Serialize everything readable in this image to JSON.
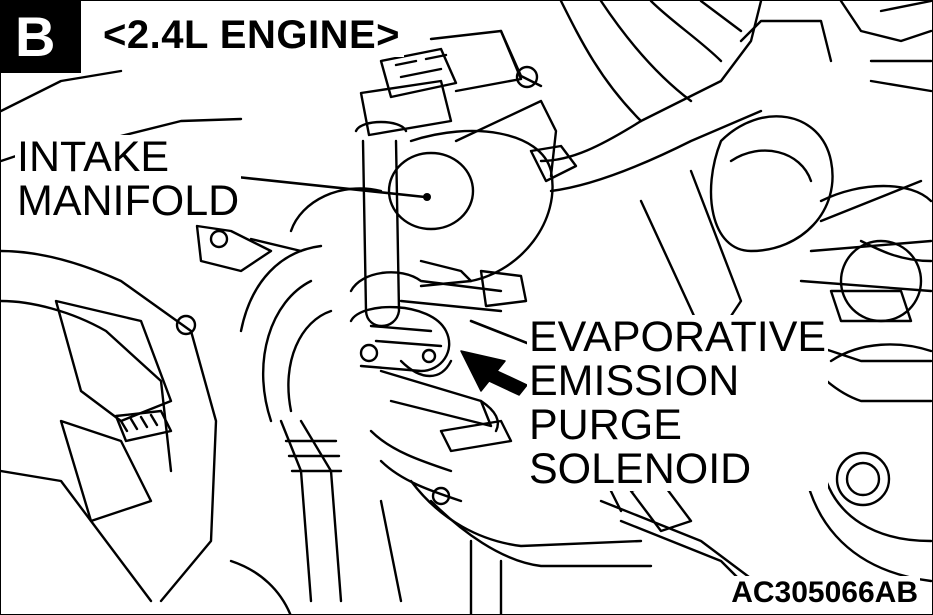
{
  "header": {
    "section_letter": "B",
    "engine_title": "<2.4L ENGINE>"
  },
  "labels": {
    "intake_manifold": [
      "INTAKE",
      "MANIFOLD"
    ],
    "purge_solenoid": [
      "EVAPORATIVE",
      "EMISSION",
      "PURGE",
      "SOLENOID"
    ]
  },
  "figure_code": "AC305066AB",
  "colors": {
    "ink": "#000000",
    "paper": "#ffffff"
  }
}
